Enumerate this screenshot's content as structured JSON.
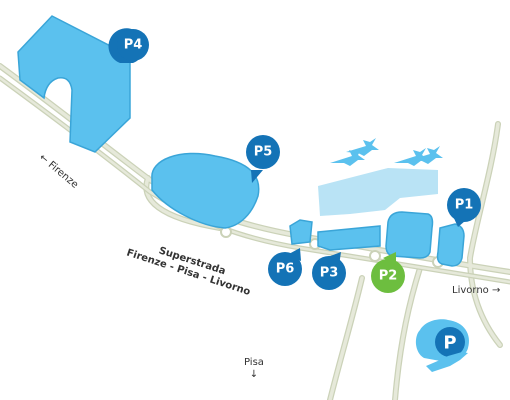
{
  "colors": {
    "road": "#dadfcc",
    "road_outline": "#cbd2b8",
    "parking_area": "#5bc1ee",
    "parking_outline": "#3aa5d8",
    "terminal": "#b9e3f5",
    "pin_blue": "#1473b6",
    "pin_green": "#6dbe3f",
    "text": "#333333"
  },
  "parkings": [
    {
      "id": "p4",
      "label": "P4",
      "pin_color": "pin_blue"
    },
    {
      "id": "p5",
      "label": "P5",
      "pin_color": "pin_blue"
    },
    {
      "id": "p1",
      "label": "P1",
      "pin_color": "pin_blue"
    },
    {
      "id": "p6",
      "label": "P6",
      "pin_color": "pin_blue"
    },
    {
      "id": "p3",
      "label": "P3",
      "pin_color": "pin_blue"
    },
    {
      "id": "p2",
      "label": "P2",
      "pin_color": "pin_green"
    }
  ],
  "road_labels": {
    "firenze": "Firenze",
    "superstrada_line1": "Superstrada",
    "superstrada_line2": "Firenze - Pisa - Livorno",
    "livorno": "Livorno",
    "pisa": "Pisa"
  },
  "icons": {
    "airplane": "airplane-icon",
    "arrow": "arrow-icon",
    "parking_airport_logo": "parking-airport-icon"
  }
}
